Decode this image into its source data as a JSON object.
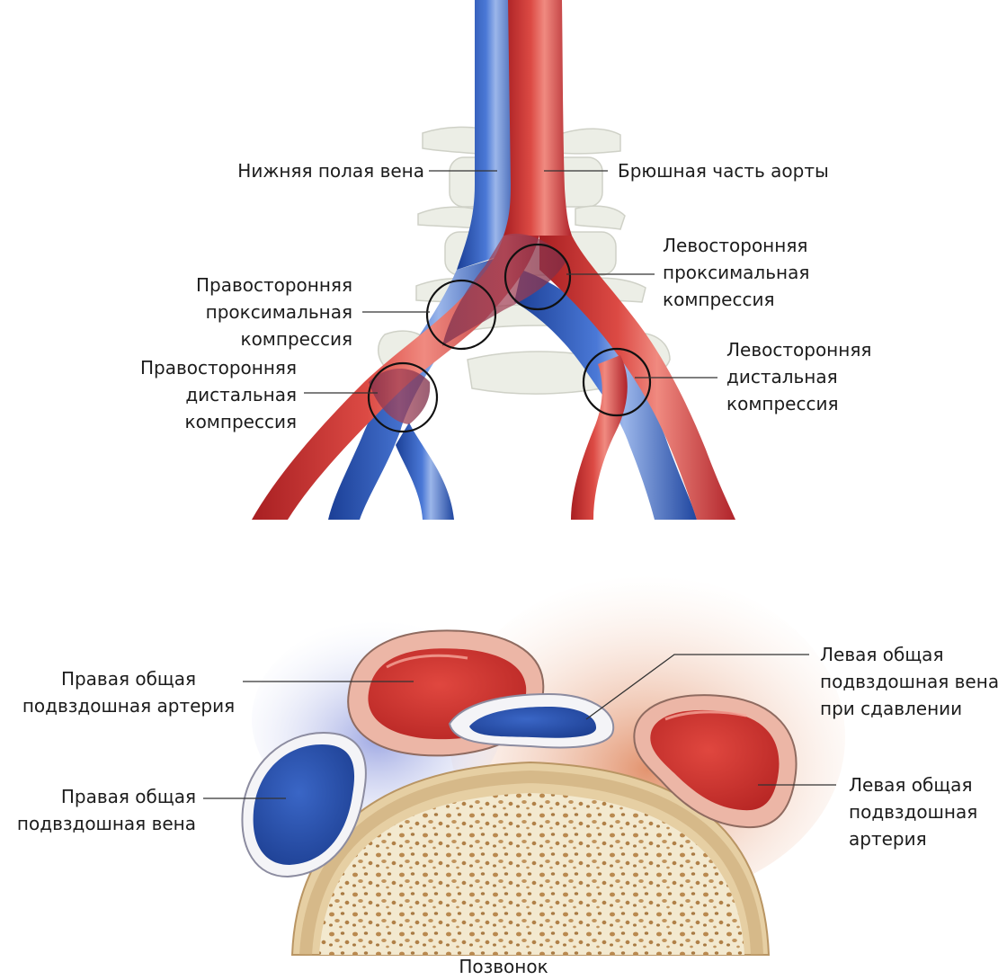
{
  "labels": {
    "ivc": "Нижняя полая вена",
    "aorta": "Брюшная часть аорты",
    "left_proximal": [
      "Левосторонняя",
      "проксимальная",
      "компрессия"
    ],
    "right_proximal": [
      "Правосторонняя",
      "проксимальная",
      "компрессия"
    ],
    "right_distal": [
      "Правосторонняя",
      "дистальная",
      "компрессия"
    ],
    "left_distal": [
      "Левосторонняя",
      "дистальная",
      "компрессия"
    ],
    "right_common_iliac_artery": [
      "Правая общая",
      "подвздошная артерия"
    ],
    "left_common_iliac_vein_compressed": [
      "Левая общая",
      "подвздошная вена",
      "при сдавлении"
    ],
    "right_common_iliac_vein": [
      "Правая общая",
      "подвздошная вена"
    ],
    "left_common_iliac_artery": [
      "Левая общая",
      "подвздошная",
      "артерия"
    ],
    "vertebra": "Позвонок"
  },
  "colors": {
    "artery": "#c8322f",
    "vein": "#2f56b0",
    "vessel_wall": "#e9b7a8",
    "bone": "#e9dcc0",
    "label_text": "#1c1c1c",
    "circle": "#111111"
  }
}
